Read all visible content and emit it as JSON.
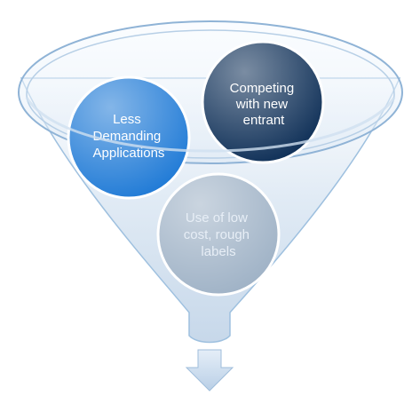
{
  "funnel": {
    "items": [
      {
        "lines": [
          "Less",
          "Demanding",
          "Applications"
        ],
        "color": "#1f7ad6",
        "text_color": "#ffffff"
      },
      {
        "lines": [
          "Competing",
          "with new",
          "entrant"
        ],
        "color": "#0e2f57",
        "text_color": "#ffffff"
      },
      {
        "lines": [
          "Use of low",
          "cost, rough",
          "labels"
        ],
        "color": "#9fb2c6",
        "text_color": "#e7eef6"
      }
    ]
  },
  "colors": {
    "funnel_fill": "#dbe7f3",
    "funnel_rim": "#8fb3d6",
    "arrow": "#c6d8ea"
  }
}
